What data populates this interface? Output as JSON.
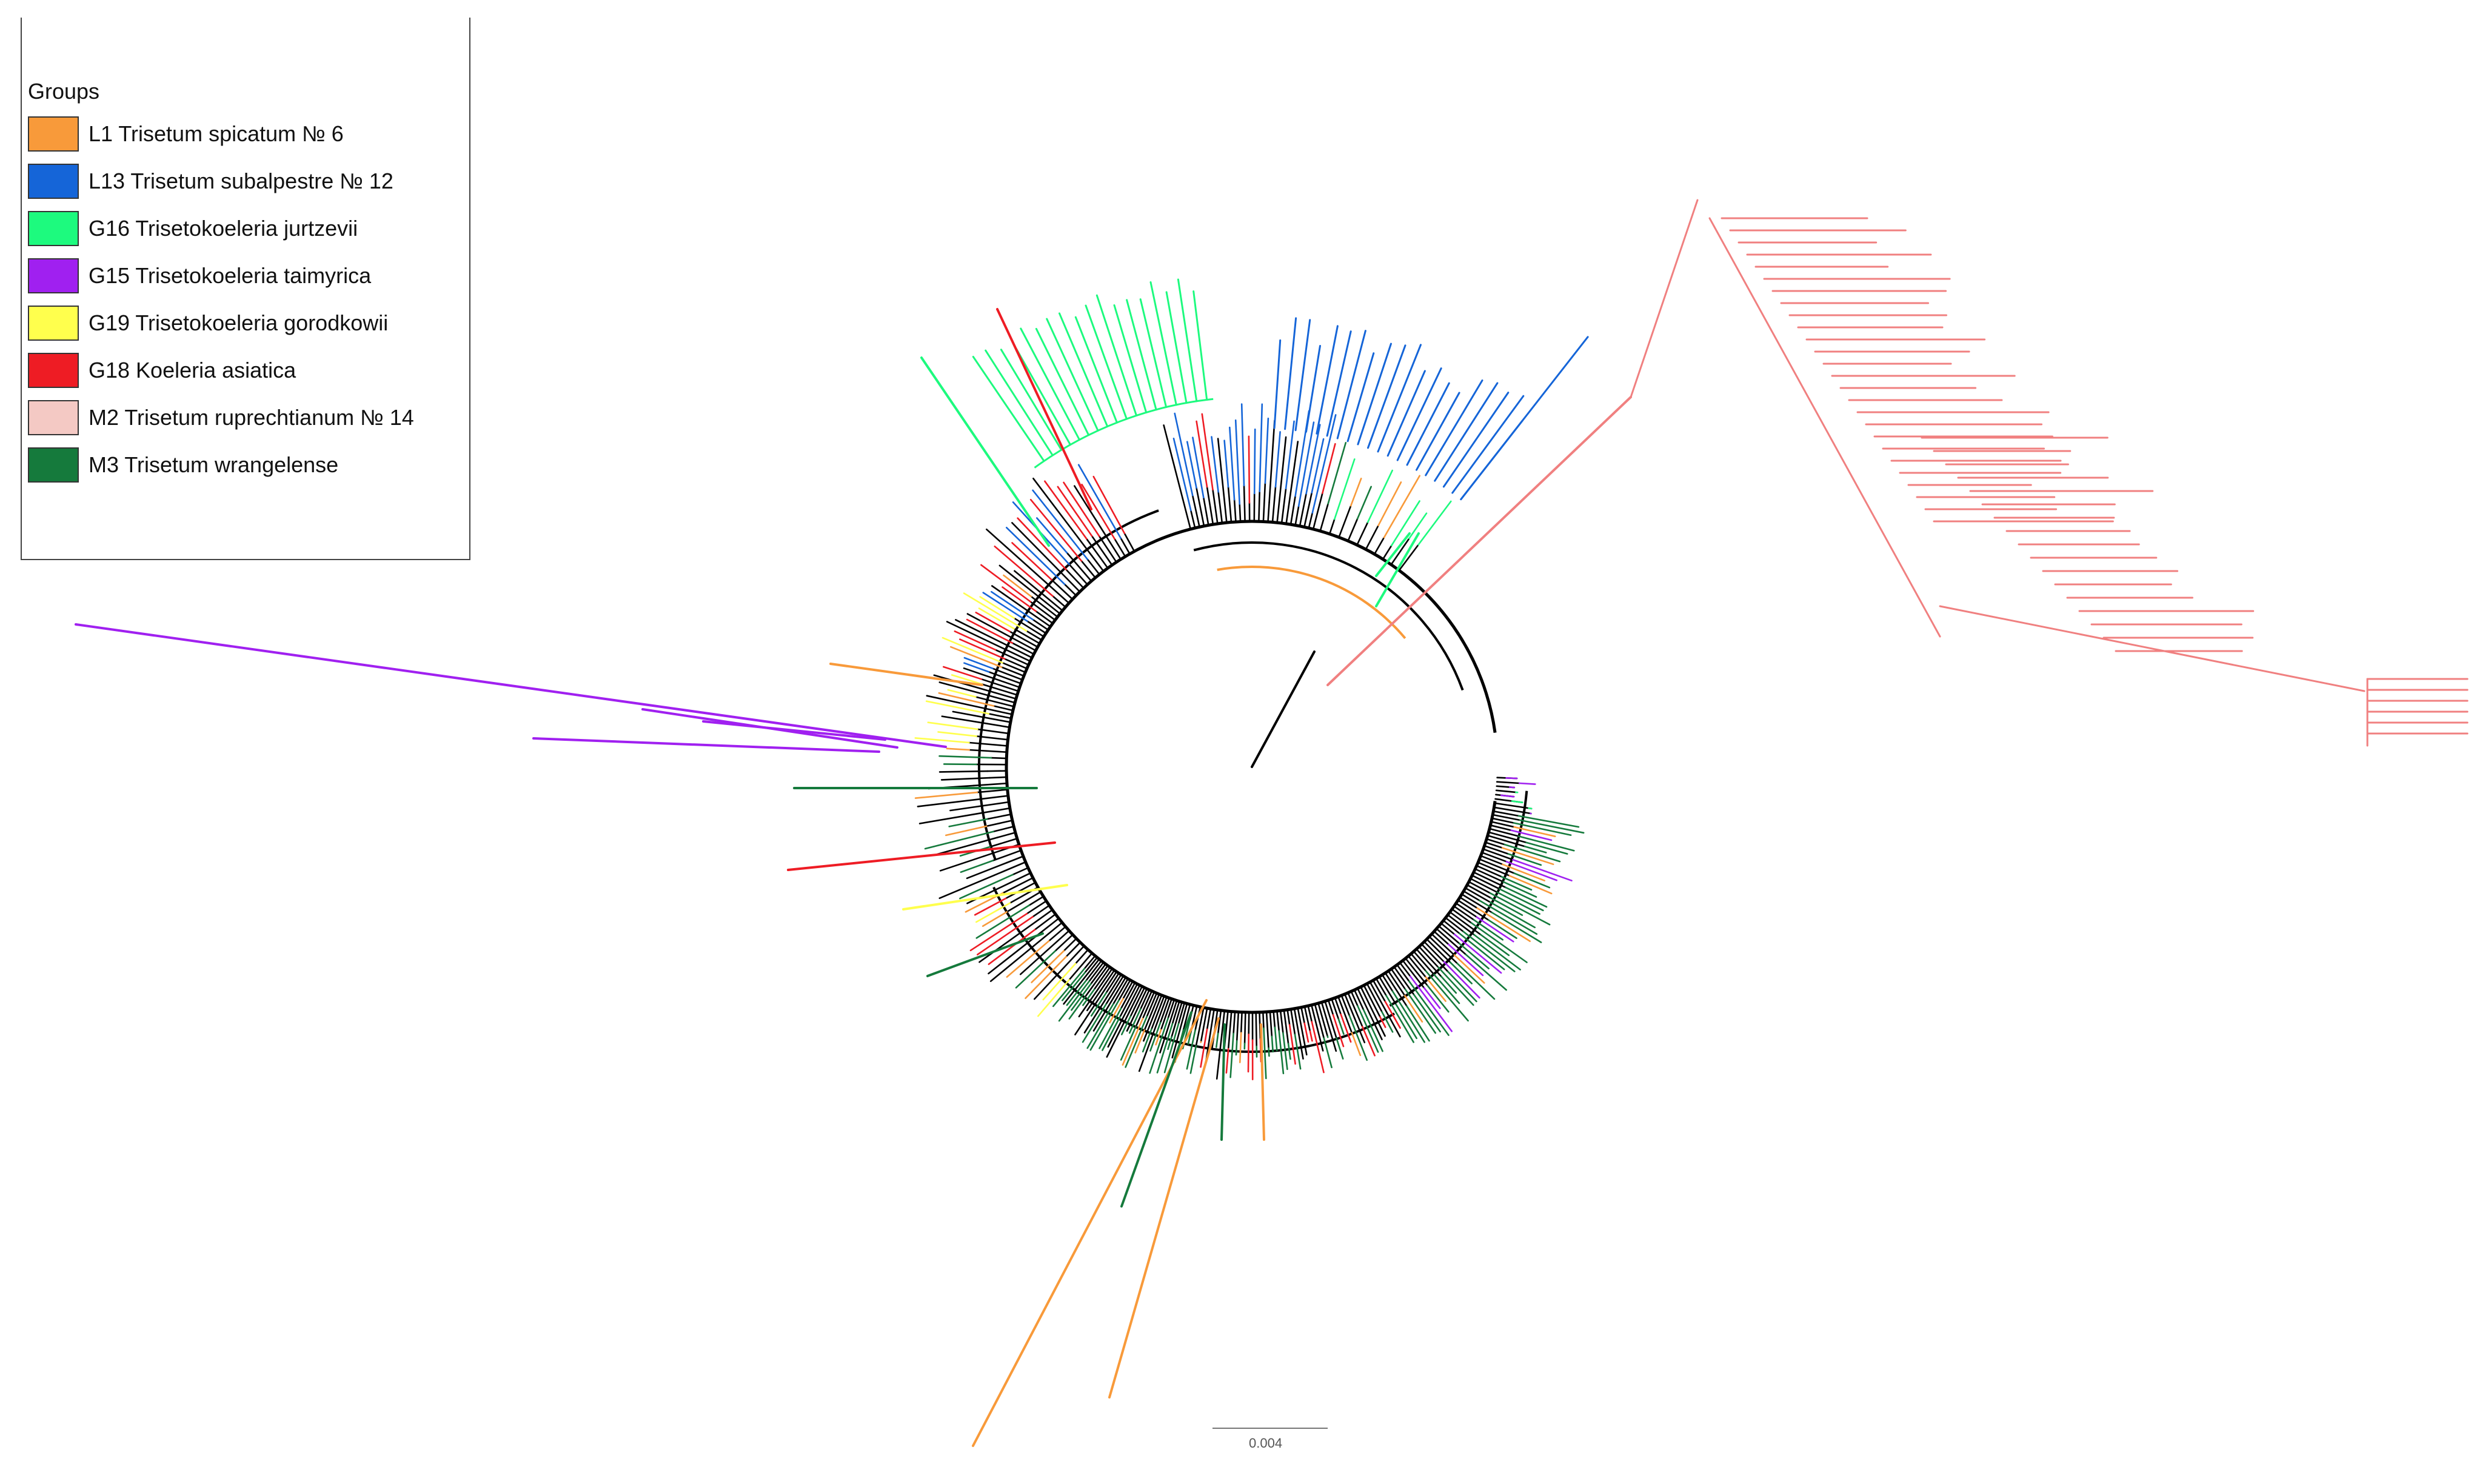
{
  "legend": {
    "title": "Groups",
    "items": [
      {
        "label": "L1 Trisetum spicatum № 6",
        "color": "#f89a3a"
      },
      {
        "label": "L13 Trisetum subalpestre № 12",
        "color": "#1565d8"
      },
      {
        "label": "G16 Trisetokoeleria jurtzevii",
        "color": "#1dfa7e"
      },
      {
        "label": "G15 Trisetokoeleria taimyrica",
        "color": "#a020f0"
      },
      {
        "label": "G19 Trisetokoeleria gorodkowii",
        "color": "#ffff4d"
      },
      {
        "label": "G18 Koeleria asiatica",
        "color": "#ee1c24"
      },
      {
        "label": "M2 Trisetum ruprechtianum № 14",
        "color": "#f4c9c4"
      },
      {
        "label": "M3 Trisetum wrangelense",
        "color": "#157a3c"
      }
    ]
  },
  "scale": {
    "label": "0.004"
  },
  "tree": {
    "branch_color": "#000000",
    "clade_line_color": "#f08080"
  }
}
